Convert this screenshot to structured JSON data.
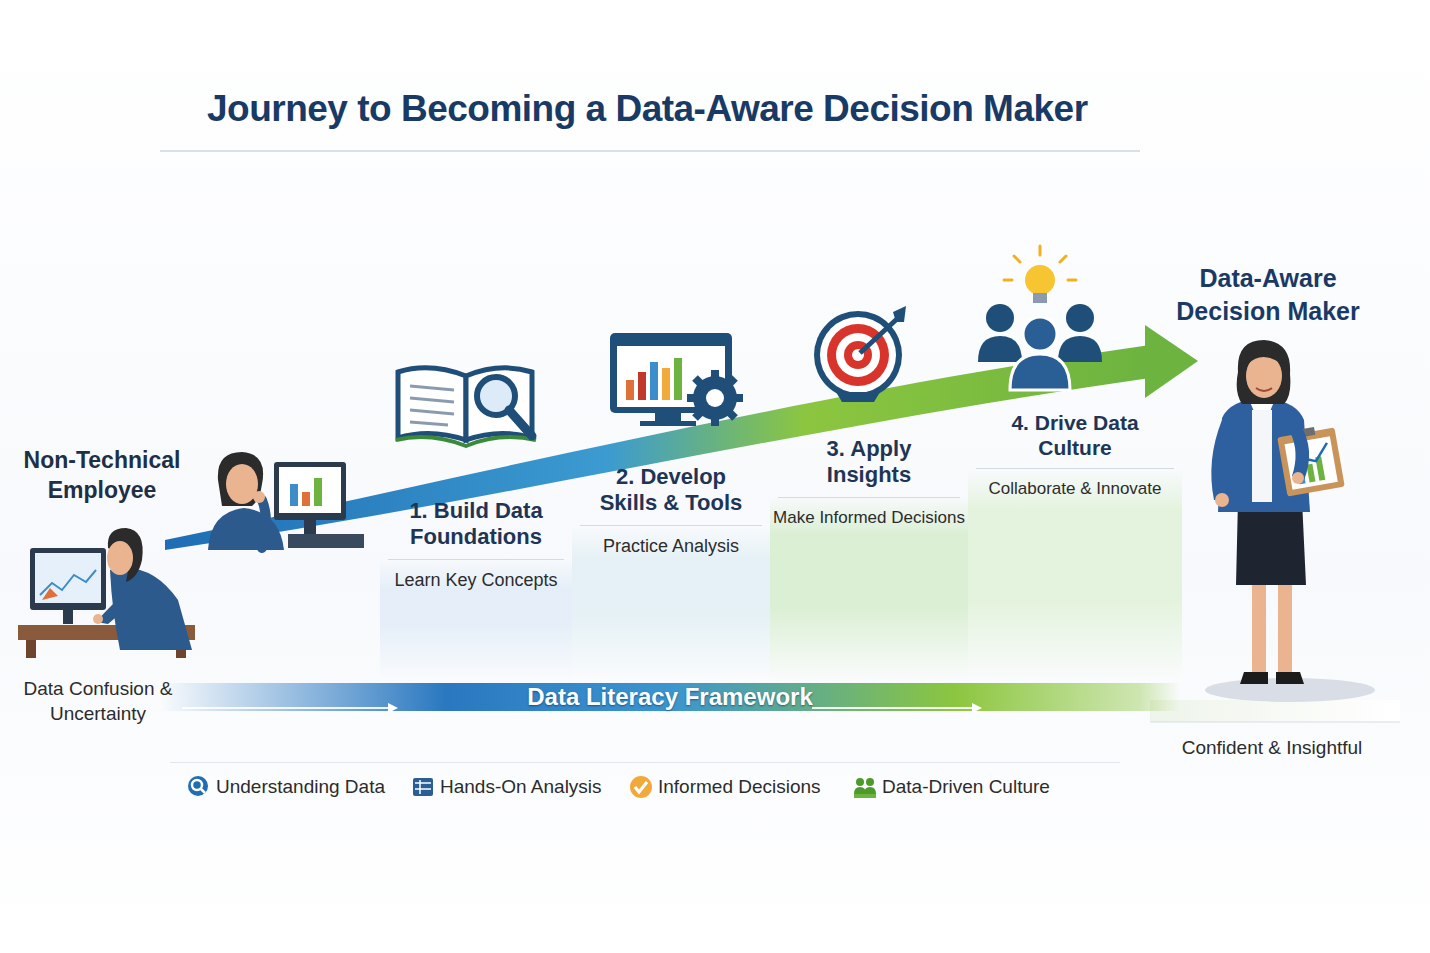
{
  "diagram": {
    "title": "Journey to Becoming a Data-Aware Decision Maker",
    "nodes": [
      {
        "text": [
          "1. Build Data Foundations",
          "Learn Key Concepts"
        ]
      },
      {
        "text": [
          "2. Develop Skills & Tools",
          "Practice Analysis"
        ]
      },
      {
        "text": [
          "3. Apply Insights",
          "Make Informed Decisions"
        ]
      },
      {
        "text": [
          "4. Drive Data Culture",
          "Collaborate & Innovate"
        ]
      },
      {
        "text": [
          "Data Literacy Framework"
        ]
      }
    ],
    "labels": [
      "Non-Technical Employee",
      "Data Confusion & Uncertainty",
      "Data-Aware Decision Maker",
      "Confident & Insightful"
    ],
    "legend": [
      {
        "text": "Understanding Data"
      },
      {
        "text": "Hands-On Analysis"
      },
      {
        "text": "Informed Decisions"
      },
      {
        "text": "Data-Driven Culture"
      }
    ]
  }
}
